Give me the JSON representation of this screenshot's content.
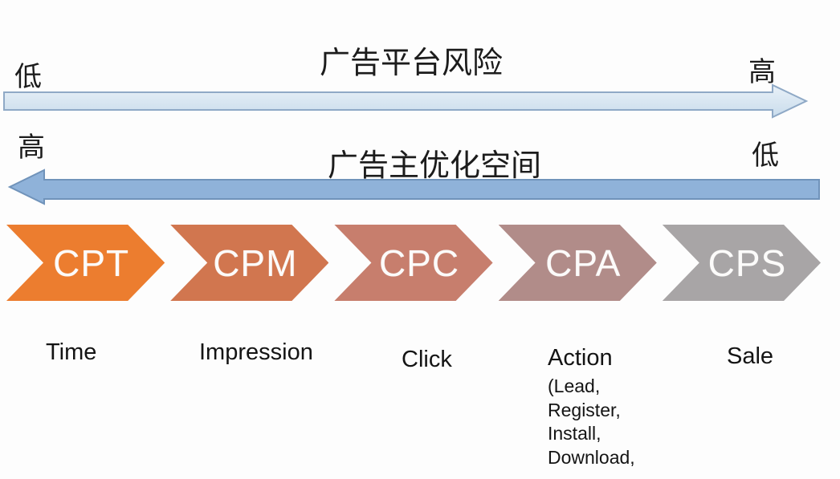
{
  "diagram": {
    "top_axis": {
      "title": "广告平台风险",
      "label_left": "低",
      "label_right": "高",
      "direction": "right",
      "fill_top": "#e9f1f8",
      "fill_bottom": "#c9dcec",
      "stroke": "#8fa9c6"
    },
    "bottom_axis": {
      "title": "广告主优化空间",
      "label_left": "高",
      "label_right": "低",
      "direction": "left",
      "fill": "#8fb2d9",
      "stroke": "#7093ba"
    },
    "models": [
      {
        "code": "CPT",
        "meaning": "Time",
        "color": "#ec7d2f"
      },
      {
        "code": "CPM",
        "meaning": "Impression",
        "color": "#d1764f"
      },
      {
        "code": "CPC",
        "meaning": "Click",
        "color": "#c77e6d"
      },
      {
        "code": "CPA",
        "meaning": "Action",
        "color": "#b18c89",
        "details": [
          "(Lead,",
          "Register,",
          "Install,",
          "Download,"
        ]
      },
      {
        "code": "CPS",
        "meaning": "Sale",
        "color": "#a8a5a6"
      }
    ]
  }
}
